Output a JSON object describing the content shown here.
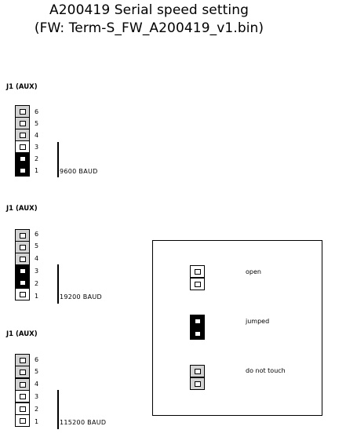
{
  "title": {
    "line1": "A200419 Serial speed setting",
    "line2": "(FW: Term-S_FW_A200419_v1.bin)"
  },
  "connectors": [
    {
      "label": "J1 (AUX)",
      "baud": "9600 BAUD",
      "pins": [
        {
          "number": "6",
          "state": "do-not-touch"
        },
        {
          "number": "5",
          "state": "do-not-touch"
        },
        {
          "number": "4",
          "state": "do-not-touch"
        },
        {
          "number": "3",
          "state": "open"
        },
        {
          "number": "2",
          "state": "jumped"
        },
        {
          "number": "1",
          "state": "jumped"
        }
      ]
    },
    {
      "label": "J1 (AUX)",
      "baud": "19200 BAUD",
      "pins": [
        {
          "number": "6",
          "state": "do-not-touch"
        },
        {
          "number": "5",
          "state": "do-not-touch"
        },
        {
          "number": "4",
          "state": "do-not-touch"
        },
        {
          "number": "3",
          "state": "jumped"
        },
        {
          "number": "2",
          "state": "jumped"
        },
        {
          "number": "1",
          "state": "open"
        }
      ]
    },
    {
      "label": "J1 (AUX)",
      "baud": "115200 BAUD",
      "pins": [
        {
          "number": "6",
          "state": "do-not-touch"
        },
        {
          "number": "5",
          "state": "do-not-touch"
        },
        {
          "number": "4",
          "state": "do-not-touch"
        },
        {
          "number": "3",
          "state": "open"
        },
        {
          "number": "2",
          "state": "open"
        },
        {
          "number": "1",
          "state": "open"
        }
      ]
    }
  ],
  "legend": [
    {
      "label": "open",
      "state": "open"
    },
    {
      "label": "jumped",
      "state": "jumped"
    },
    {
      "label": "do not touch",
      "state": "do-not-touch"
    }
  ],
  "colors": {
    "do_not_touch": "#d3d3d3",
    "open": "#ffffff",
    "jumped": "#000000"
  }
}
